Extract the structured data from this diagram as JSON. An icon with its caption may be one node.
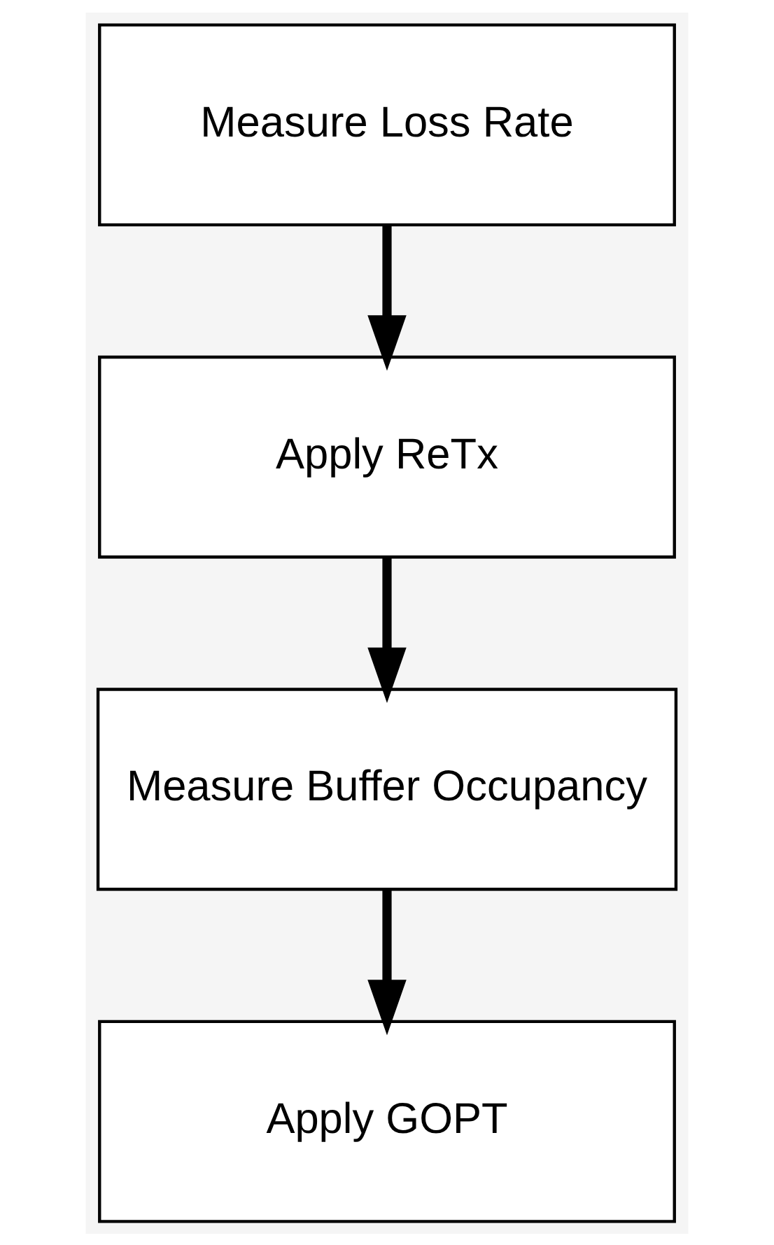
{
  "diagram": {
    "nodes": [
      {
        "text": [
          "Measure Loss Rate"
        ]
      },
      {
        "text": [
          "Apply ReTx"
        ]
      },
      {
        "text": [
          "Measure Buffer Occupancy"
        ]
      },
      {
        "text": [
          "Apply GOPT"
        ]
      }
    ],
    "edges": [
      {
        "from": 0,
        "to": 1,
        "arrow": "to"
      },
      {
        "from": 1,
        "to": 2,
        "arrow": "to"
      },
      {
        "from": 2,
        "to": 3,
        "arrow": "to"
      }
    ]
  }
}
